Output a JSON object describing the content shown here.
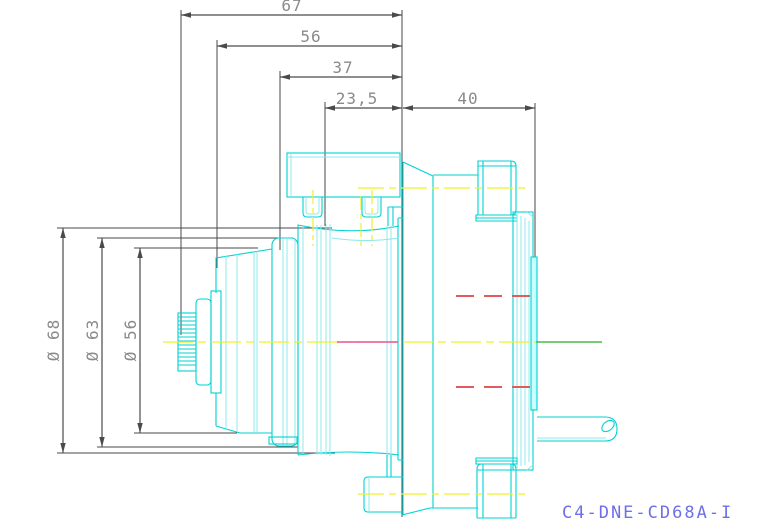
{
  "drawing": {
    "part_number": "C4-DNE-CD68A-I",
    "dims": [
      {
        "label": "67",
        "value": 67,
        "axis": "horizontal"
      },
      {
        "label": "56",
        "value": 56,
        "axis": "horizontal"
      },
      {
        "label": "37",
        "value": 37,
        "axis": "horizontal"
      },
      {
        "label": "23,5",
        "value": 23.5,
        "axis": "horizontal"
      },
      {
        "label": "40",
        "value": 40,
        "axis": "horizontal"
      }
    ],
    "diameters": [
      {
        "label": "Ø 68",
        "value": 68
      },
      {
        "label": "Ø 63",
        "value": 63
      },
      {
        "label": "Ø 56",
        "value": 56
      }
    ]
  },
  "colors": {
    "background": "#ffffff",
    "outline_cyan": "#00d2d2",
    "outline_cyan_light": "#8fe8e8",
    "outline_cyan_fill": "#c8ffff",
    "dim_line": "#4a4a4a",
    "dim_text": "#8a8a8a",
    "centerline_yellow": "#f0f028",
    "centerline_green": "#4cbb4c",
    "highlight_magenta": "#f0509c",
    "hidden_red": "#e05c5c",
    "part_number_blue": "#6f6fe8"
  }
}
